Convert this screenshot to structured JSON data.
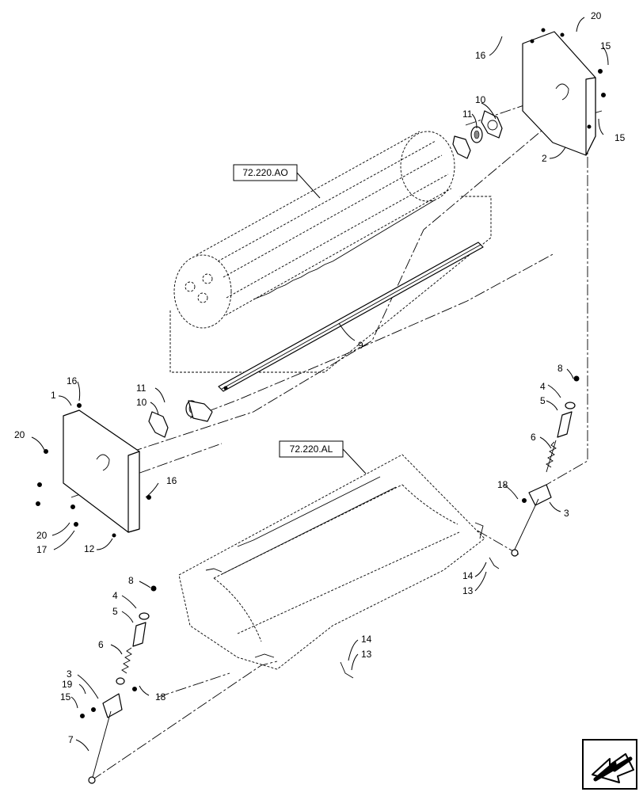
{
  "reference_boxes": [
    {
      "id": "ref-rotor",
      "label": "72.220.AO"
    },
    {
      "id": "ref-concave",
      "label": "72.220.AL"
    }
  ],
  "callouts": [
    {
      "id": "c20a",
      "label": "20"
    },
    {
      "id": "c16a",
      "label": "16"
    },
    {
      "id": "c15a",
      "label": "15"
    },
    {
      "id": "c10a",
      "label": "10"
    },
    {
      "id": "c11a",
      "label": "11"
    },
    {
      "id": "c15b",
      "label": "15"
    },
    {
      "id": "c2",
      "label": "2"
    },
    {
      "id": "c9",
      "label": "9"
    },
    {
      "id": "c8a",
      "label": "8"
    },
    {
      "id": "c4a",
      "label": "4"
    },
    {
      "id": "c5a",
      "label": "5"
    },
    {
      "id": "c6a",
      "label": "6"
    },
    {
      "id": "c18a",
      "label": "18"
    },
    {
      "id": "c3a",
      "label": "3"
    },
    {
      "id": "c14a",
      "label": "14"
    },
    {
      "id": "c13a",
      "label": "13"
    },
    {
      "id": "c16b",
      "label": "16"
    },
    {
      "id": "c1",
      "label": "1"
    },
    {
      "id": "c11b",
      "label": "11"
    },
    {
      "id": "c10b",
      "label": "10"
    },
    {
      "id": "c20b",
      "label": "20"
    },
    {
      "id": "c16c",
      "label": "16"
    },
    {
      "id": "c20c",
      "label": "20"
    },
    {
      "id": "c17",
      "label": "17"
    },
    {
      "id": "c12",
      "label": "12"
    },
    {
      "id": "c8b",
      "label": "8"
    },
    {
      "id": "c4b",
      "label": "4"
    },
    {
      "id": "c5b",
      "label": "5"
    },
    {
      "id": "c6b",
      "label": "6"
    },
    {
      "id": "c3b",
      "label": "3"
    },
    {
      "id": "c19",
      "label": "19"
    },
    {
      "id": "c18b",
      "label": "18"
    },
    {
      "id": "c15c",
      "label": "15"
    },
    {
      "id": "c7",
      "label": "7"
    },
    {
      "id": "c14b",
      "label": "14"
    },
    {
      "id": "c13b",
      "label": "13"
    }
  ]
}
